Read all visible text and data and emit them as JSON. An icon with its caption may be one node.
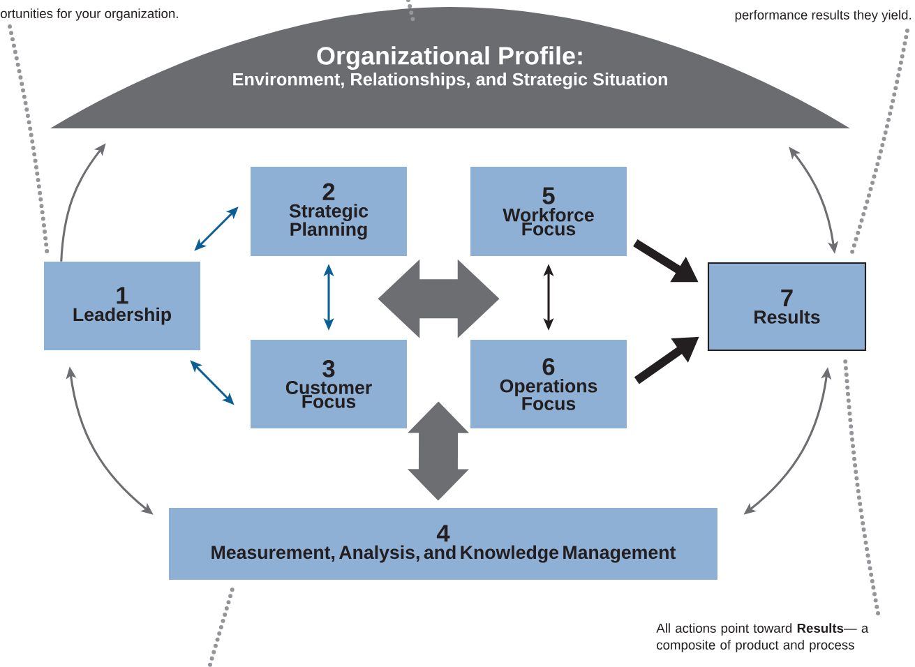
{
  "diagram": {
    "nodes": [
      {
        "text": [
          "Organizational Profile:",
          "Environment, Relationships, and Strategic Situation"
        ]
      },
      {
        "text": [
          "1",
          "Leadership"
        ]
      },
      {
        "text": [
          "2",
          "Strategic Planning"
        ]
      },
      {
        "text": [
          "3",
          "Customer Focus"
        ]
      },
      {
        "text": [
          "5",
          "Workforce Focus"
        ]
      },
      {
        "text": [
          "6",
          "Operations Focus"
        ]
      },
      {
        "text": [
          "7",
          "Results"
        ]
      },
      {
        "text": [
          "4",
          "Measurement, Analysis, and Knowledge Management"
        ]
      },
      {
        "text": [
          "ortunities for your organization."
        ]
      },
      {
        "text": [
          "performance results they yield."
        ]
      },
      {
        "text": [
          "All actions point toward **Results**— a composite of product and process"
        ]
      }
    ],
    "edges": [
      {
        "from": 1,
        "to": 0,
        "arrow": "to"
      },
      {
        "from": 0,
        "to": 6,
        "arrow": "both"
      },
      {
        "from": 1,
        "to": 7,
        "arrow": "both"
      },
      {
        "from": 6,
        "to": 7,
        "arrow": "both"
      },
      {
        "from": 1,
        "to": 2,
        "arrow": "both",
        "color": "#0b5f95"
      },
      {
        "from": 1,
        "to": 3,
        "arrow": "both",
        "color": "#0b5f95"
      },
      {
        "from": 2,
        "to": 3,
        "arrow": "both",
        "color": "#0b5f95"
      },
      {
        "from": 4,
        "to": 5,
        "arrow": "both",
        "color": "#231f20"
      },
      {
        "from": 4,
        "to": 6,
        "arrow": "to",
        "style": "thick",
        "color": "#231f20"
      },
      {
        "from": 5,
        "to": 6,
        "arrow": "to",
        "style": "thick",
        "color": "#231f20"
      },
      {
        "from": 2,
        "to": 4,
        "arrow": "both",
        "style": "thick"
      },
      {
        "from": 3,
        "to": 7,
        "arrow": "both",
        "style": "thick"
      },
      {
        "from": 8,
        "to": 1,
        "arrow": "none",
        "style": "dashed",
        "color": "#939598"
      },
      {
        "from": 9,
        "to": 6,
        "arrow": "none",
        "style": "dashed",
        "color": "#939598"
      },
      {
        "from": 10,
        "to": 6,
        "arrow": "none",
        "style": "dashed",
        "color": "#939598"
      },
      {
        "from": null,
        "to": 0,
        "arrow": "none",
        "style": "dashed",
        "color": "#939598"
      },
      {
        "from": 7,
        "to": null,
        "arrow": "none",
        "style": "dashed",
        "color": "#939598"
      }
    ]
  }
}
